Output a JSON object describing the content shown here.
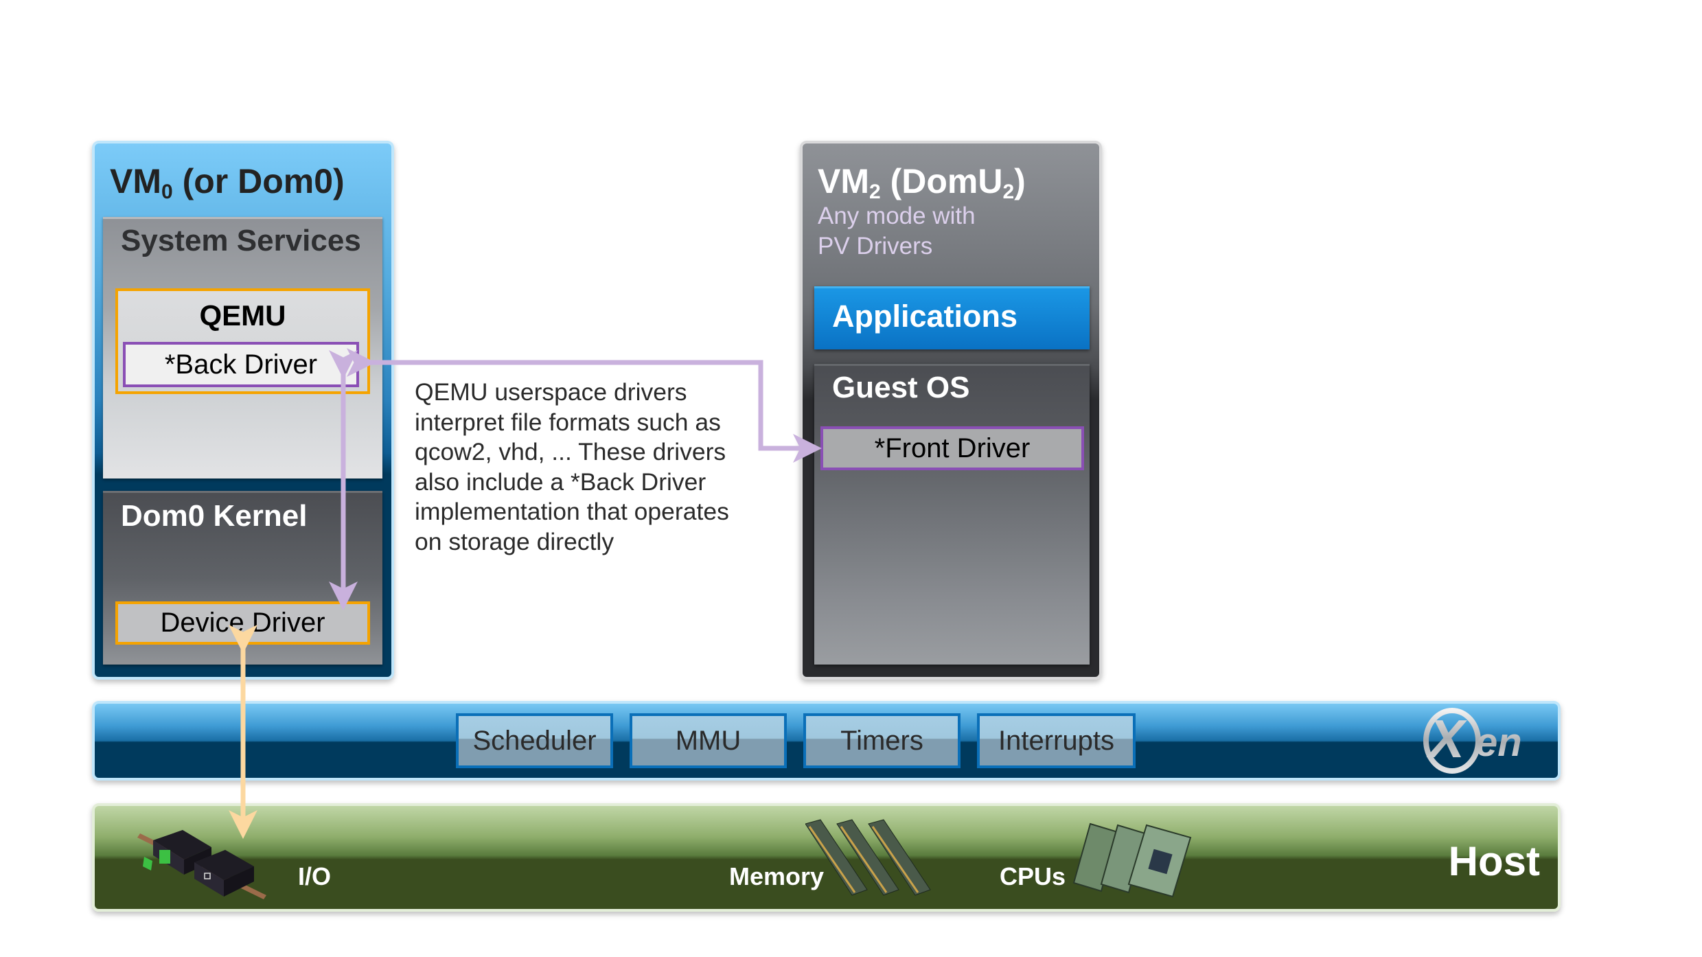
{
  "vm0": {
    "title_main": "VM",
    "title_sub": "0",
    "title_rest": " (or Dom0)",
    "system_services": {
      "title": "System Services",
      "qemu": {
        "title": "QEMU",
        "back_driver": "*Back Driver"
      }
    },
    "dom0_kernel": {
      "title": "Dom0 Kernel",
      "device_driver": "Device Driver"
    }
  },
  "vm2": {
    "title_main": "VM",
    "title_sub": "2",
    "title_mid": " (DomU",
    "title_sub2": "2",
    "title_end": ")",
    "subtitle_line1": "Any mode with",
    "subtitle_line2": "PV Drivers",
    "applications": "Applications",
    "guest_os": {
      "title": "Guest OS",
      "front_driver": "*Front Driver"
    }
  },
  "description": {
    "lines": [
      "QEMU userspace drivers",
      "interpret file formats such as",
      "qcow2, vhd, ... These drivers",
      "also include a *Back Driver",
      "implementation that operates",
      "on storage directly"
    ]
  },
  "hypervisor": {
    "components": [
      "Scheduler",
      "MMU",
      "Timers",
      "Interrupts"
    ],
    "logo": "xen-logo"
  },
  "host": {
    "title": "Host",
    "resources": [
      {
        "label": "I/O",
        "icon": "io-device-icon"
      },
      {
        "label": "Memory",
        "icon": "memory-module-icon"
      },
      {
        "label": "CPUs",
        "icon": "cpu-chip-icon"
      }
    ]
  },
  "colors": {
    "qemu_border": "#f5a300",
    "driver_border": "#8a4fb5",
    "pv_arrow": "#c9b1dd",
    "io_arrow": "#fcd8a0",
    "hypervisor_dark": "#003a5d",
    "host_dark": "#3a4d1f",
    "applications_blue": "#0a72c4"
  }
}
